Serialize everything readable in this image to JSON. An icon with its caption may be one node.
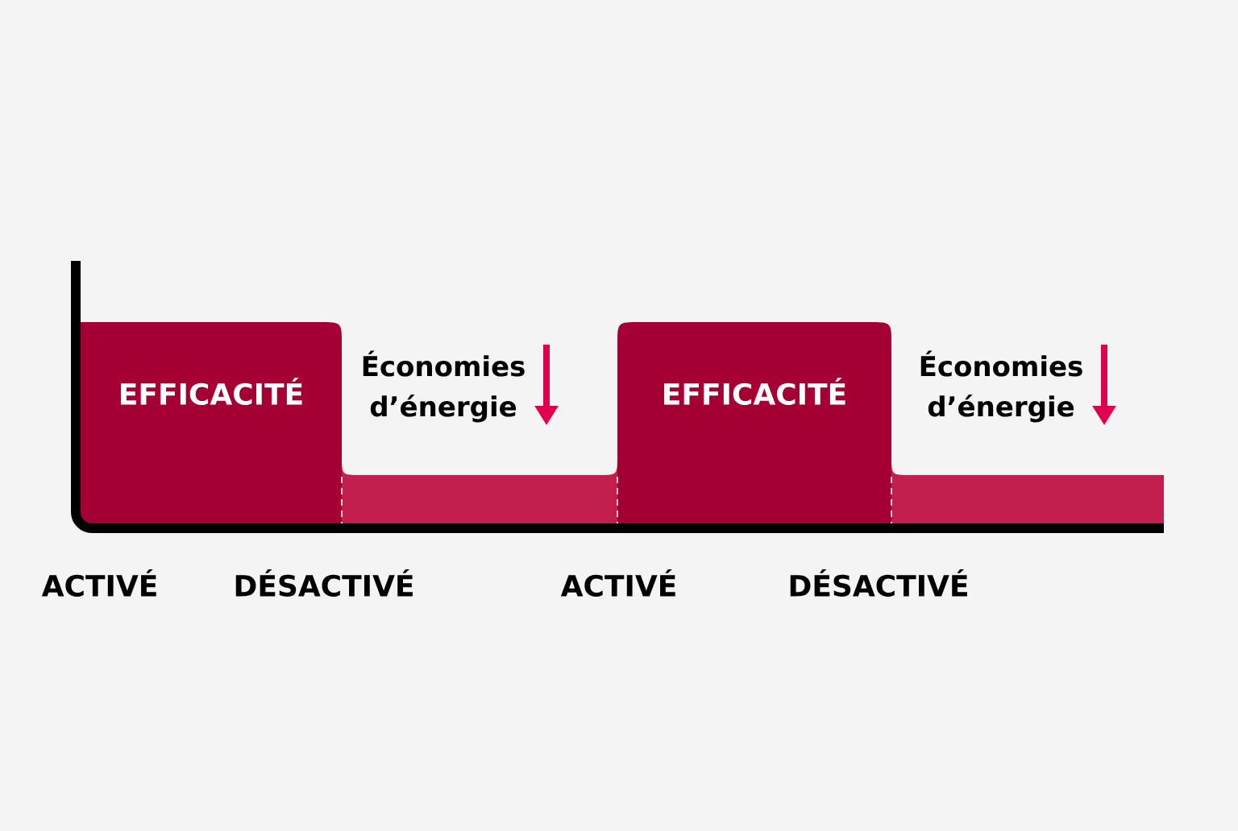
{
  "diagram": {
    "nodes": [
      {
        "text": [
          "EFFICACITÉ"
        ]
      },
      {
        "text": [],
        "shape": "bar"
      },
      {
        "text": [
          "EFFICACITÉ"
        ]
      },
      {
        "text": [],
        "shape": "bar"
      }
    ],
    "labels": [
      "Économies d’énergie",
      "Économies d’énergie",
      "ACTIVÉ",
      "DÉSACTIVÉ",
      "ACTIVÉ",
      "DÉSACTIVÉ"
    ]
  }
}
